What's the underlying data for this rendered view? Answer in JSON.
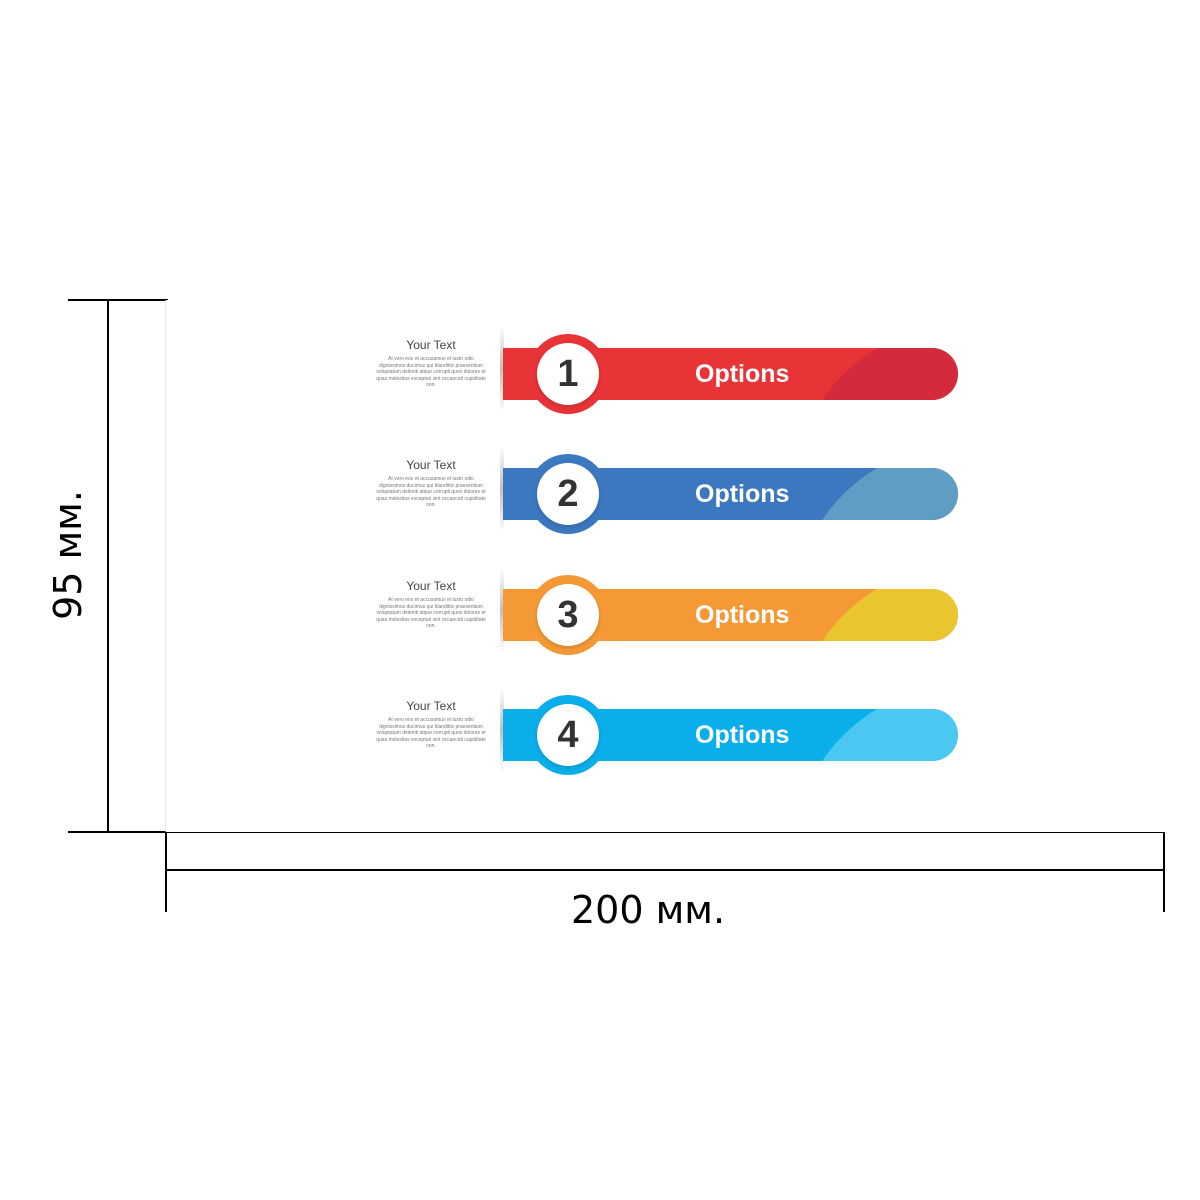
{
  "dimensions": {
    "width_label": "200 мм.",
    "height_label": "95 мм."
  },
  "options": [
    {
      "number": "1",
      "label": "Options",
      "title": "Your Text",
      "body": "At vero eos et accusamus et iusto odio dignissimos ducimus qui blanditiis praesentium voluptatum deleniti atque corrupti quos dolores et quas molestias excepturi sint occaecati cupiditate non.",
      "color": "#e93437",
      "accent": "#d42b3c"
    },
    {
      "number": "2",
      "label": "Options",
      "title": "Your Text",
      "body": "At vero eos et accusamus et iusto odio dignissimos ducimus qui blanditiis praesentium voluptatum deleniti atque corrupti quos dolores et quas molestias excepturi sint occaecati cupiditate non.",
      "color": "#3b78bf",
      "accent": "#5f9dc4"
    },
    {
      "number": "3",
      "label": "Options",
      "title": "Your Text",
      "body": "At vero eos et accusamus et iusto odio dignissimos ducimus qui blanditiis praesentium voluptatum deleniti atque corrupti quos dolores et quas molestias excepturi sint occaecati cupiditate non.",
      "color": "#f59937",
      "accent": "#e9c530"
    },
    {
      "number": "4",
      "label": "Options",
      "title": "Your Text",
      "body": "At vero eos et accusamus et iusto odio dignissimos ducimus qui blanditiis praesentium voluptatum deleniti atque corrupti quos dolores et quas molestias excepturi sint occaecati cupiditate non.",
      "color": "#0aaeea",
      "accent": "#4ac8f2"
    }
  ]
}
